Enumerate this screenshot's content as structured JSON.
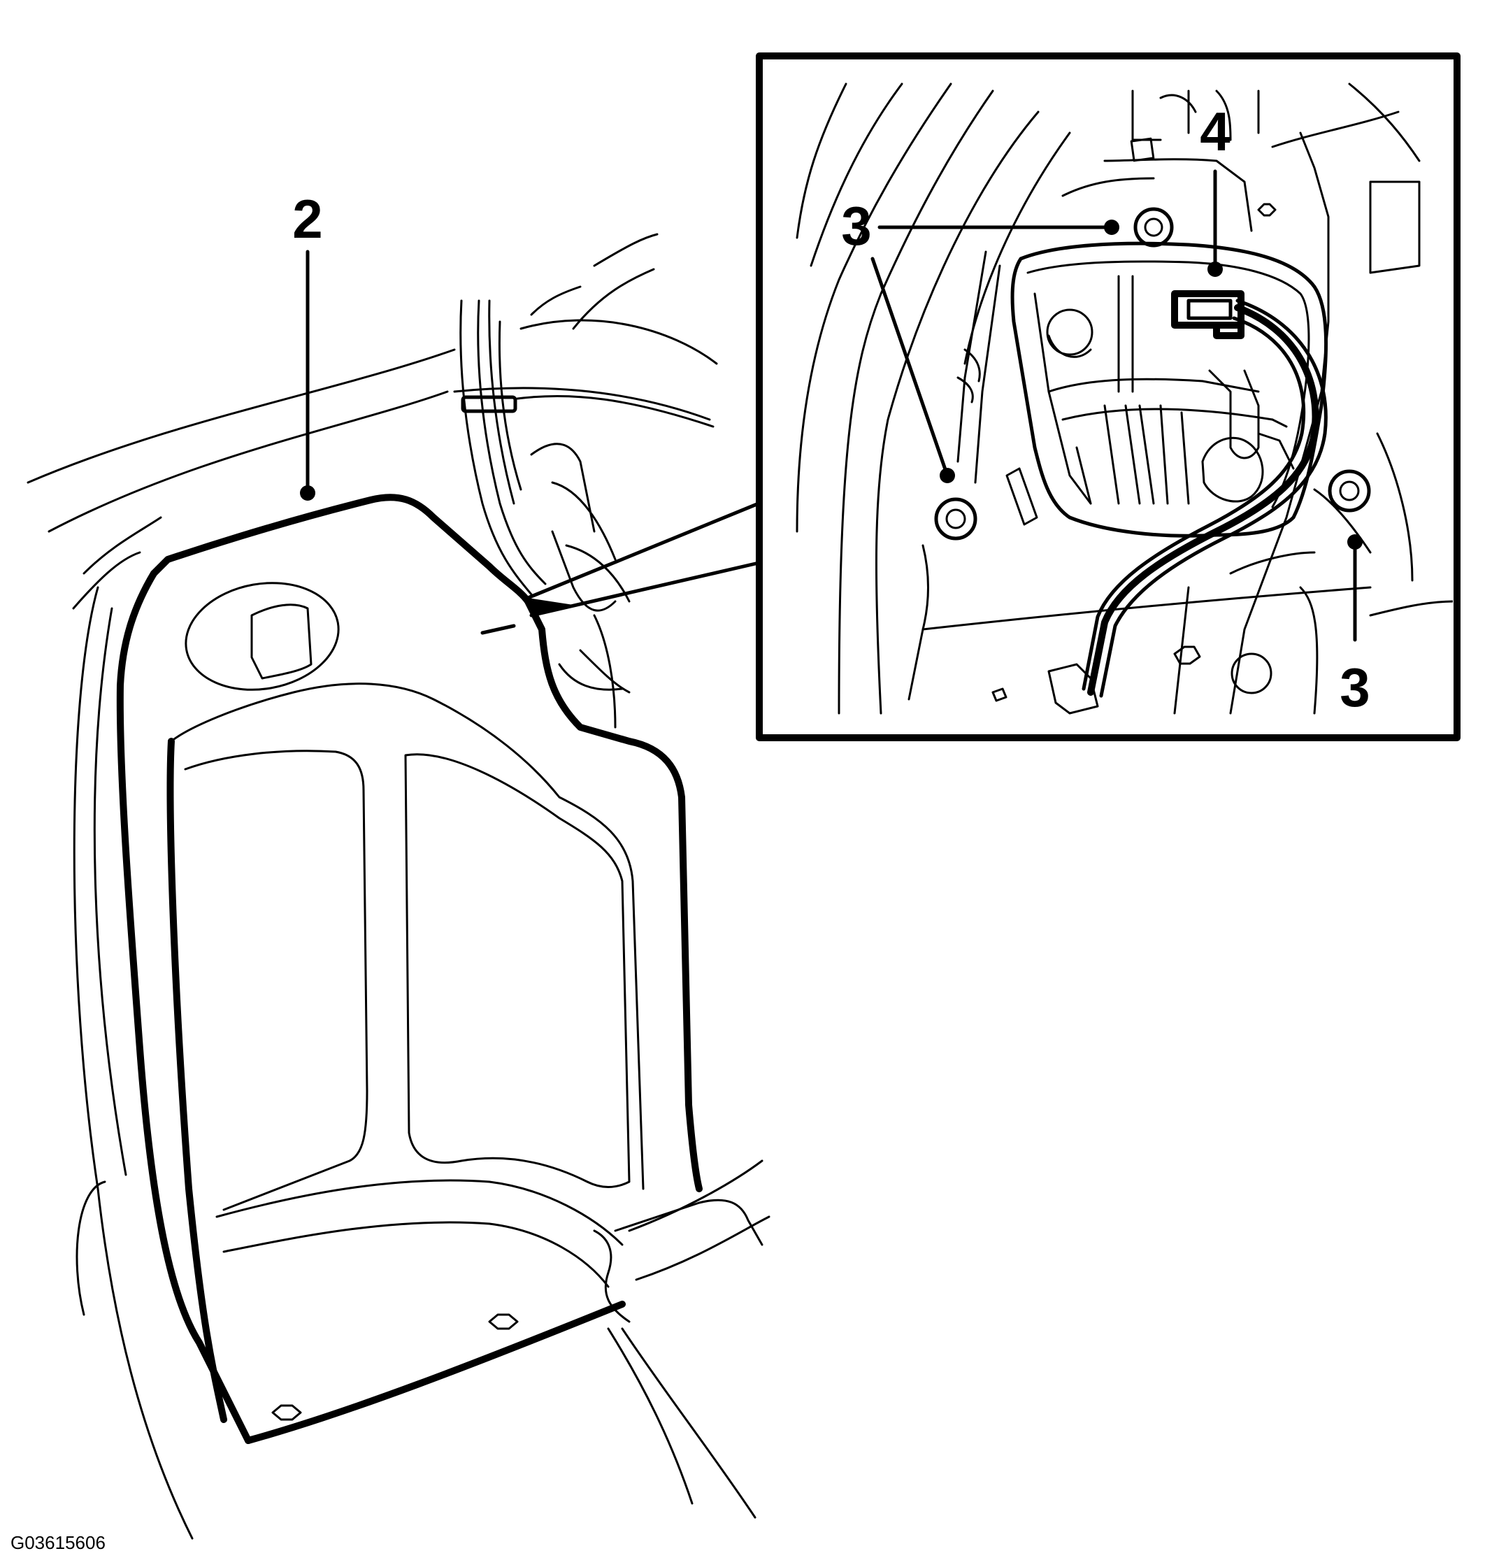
{
  "callouts": {
    "c2": "2",
    "c3_upper": "3",
    "c3_right": "3",
    "c4": "4"
  },
  "figure_id": "G03615606",
  "colors": {
    "line": "#000000",
    "background": "#ffffff"
  }
}
